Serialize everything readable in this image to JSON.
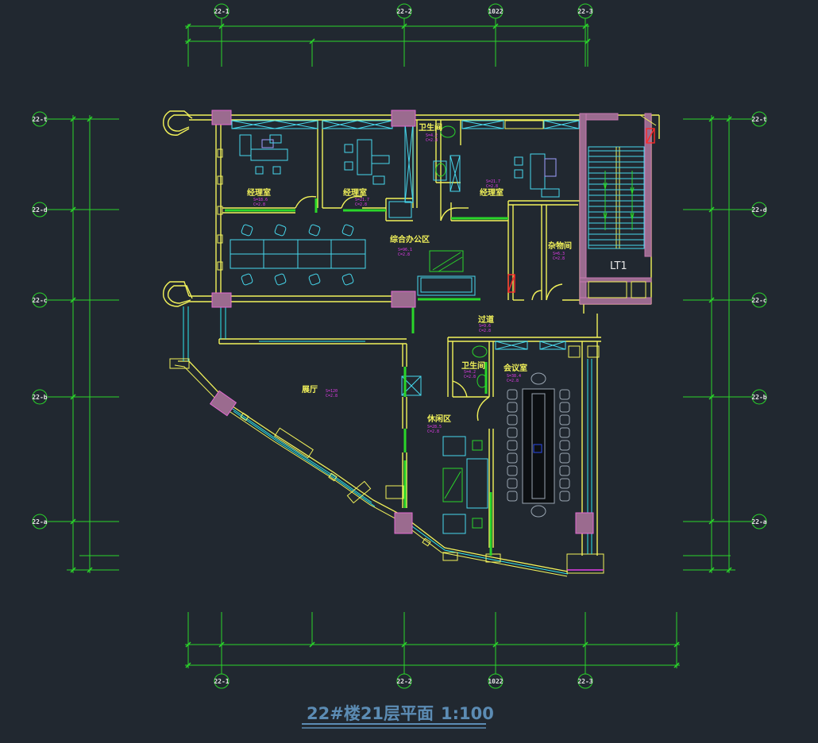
{
  "drawing": {
    "title": "22#楼21层平面",
    "scale": "1:100",
    "colors": {
      "background": "#212830",
      "grid": "#2ad62a",
      "walls": "#f2f25a",
      "furniture": "#46d9ee",
      "columns": "#c879b2",
      "tags": "#e23ce8",
      "glazing": "#2ee6ee",
      "title": "#5c8cb4"
    }
  },
  "axes": {
    "vertical": [
      "22-1",
      "22-2",
      "1022",
      "22-3"
    ],
    "horizontal": [
      "22-t",
      "22-d",
      "22-c",
      "22-b",
      "22-a"
    ]
  },
  "rooms": {
    "manager1": "经理室",
    "manager2": "经理室",
    "manager3": "经理室",
    "wc1": "卫生间",
    "open_office": "综合办公区",
    "storage": "杂物间",
    "corridor": "过道",
    "wc2": "卫生间",
    "meeting": "会议室",
    "hall": "展厅",
    "lounge": "休闲区",
    "stair": "LT1"
  },
  "room_tags": {
    "tag_a": "S=18.6",
    "tag_b": "C=2.8",
    "tag_c": "S=21.7",
    "tag_d": "S=96.1",
    "tag_e": "S=6.3",
    "tag_f": "S=9.6",
    "tag_g": "S=12.1",
    "tag_h": "S=4.2",
    "tag_i": "S=38.4",
    "tag_j": "S=120",
    "tag_k": "S=28.5"
  }
}
